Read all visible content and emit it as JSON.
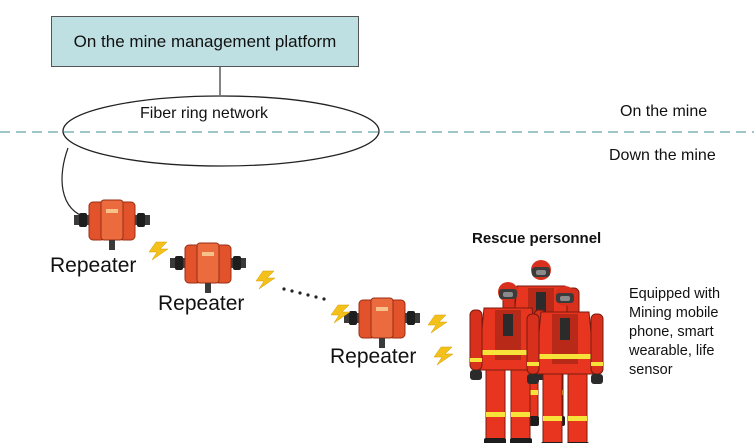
{
  "platform": {
    "label": "On the mine management platform"
  },
  "ring": {
    "label": "Fiber ring network"
  },
  "boundary": {
    "above_label": "On the mine",
    "below_label": "Down the mine"
  },
  "repeaters": [
    {
      "label": "Repeater"
    },
    {
      "label": "Repeater"
    },
    {
      "label": "Repeater"
    }
  ],
  "rescue": {
    "title": "Rescue personnel",
    "equipment_text": "Equipped with Mining mobile phone, smart wearable, life sensor"
  },
  "colors": {
    "platform_fill": "#bfe0e3",
    "boundary_line": "#7fb3b8",
    "repeater_body": "#e2522b",
    "signal_bolt": "#f3c11a",
    "suit": "#e8351f",
    "reflective_stripe": "#f7e23a"
  }
}
